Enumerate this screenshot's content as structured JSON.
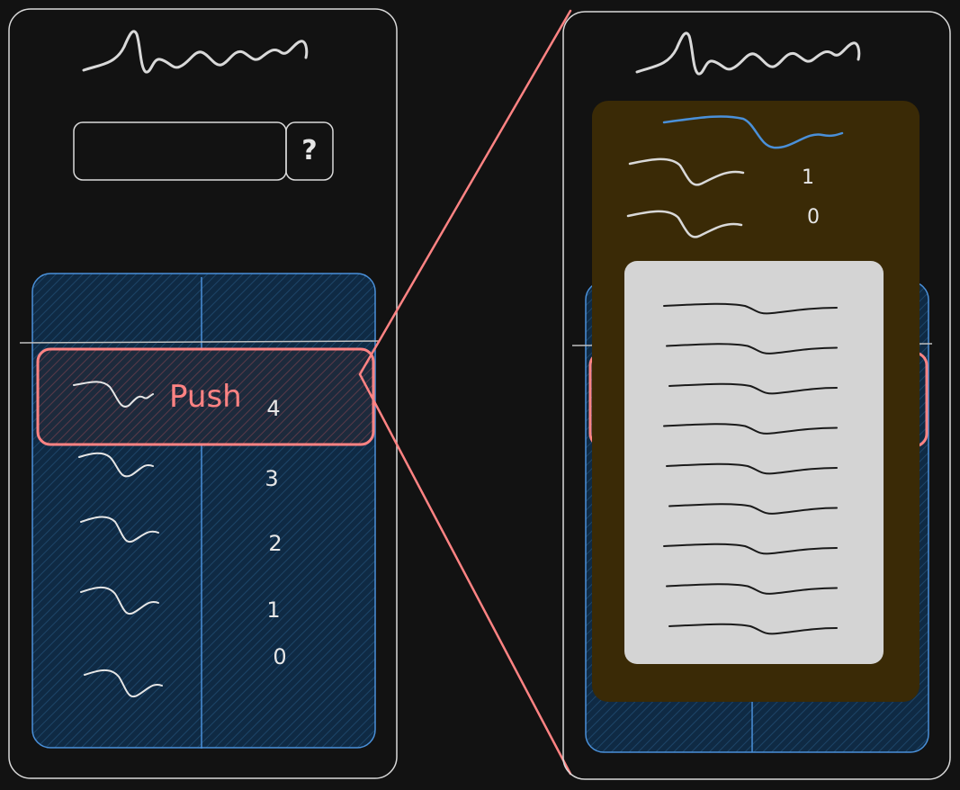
{
  "colors": {
    "background": "#121212",
    "frame_stroke": "#d9d9d9",
    "table_fill": "#0f2a44",
    "table_stroke": "#4a90d9",
    "highlight": "#ff8383",
    "popup_fill": "#3a2a06",
    "sheet_fill": "#d4d4d4",
    "squiggle": "#d9d9d9",
    "sheet_line": "#1a1a1a",
    "accent_line": "#4a90d9"
  },
  "left_screen": {
    "title_icon": "handwritten-scribble-icon",
    "search_button_label": "?",
    "highlight_label": "Push",
    "highlight_value": "4",
    "rows": [
      {
        "value": "3"
      },
      {
        "value": "2"
      },
      {
        "value": "1"
      },
      {
        "value": "0"
      }
    ]
  },
  "right_screen": {
    "title_icon": "handwritten-scribble-icon",
    "popup_rows": [
      {
        "value": "1"
      },
      {
        "value": "0"
      }
    ],
    "sheet_line_count": 9
  }
}
